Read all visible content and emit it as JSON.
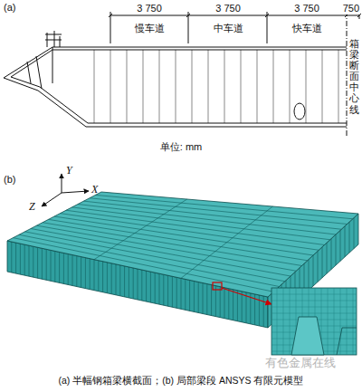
{
  "diagram": {
    "caption": "(a) 半幅钢箱梁横截面；(b) 局部梁段 ANSYS 有限元模型",
    "labels": [
      "(a)",
      "3 750",
      "3 750",
      "3 750",
      "750",
      "慢车道",
      "中车道",
      "快车道",
      "箱梁断面中心线",
      "单位: mm",
      "(b)",
      "Y",
      "Z",
      "X",
      "有色金属在线"
    ]
  }
}
